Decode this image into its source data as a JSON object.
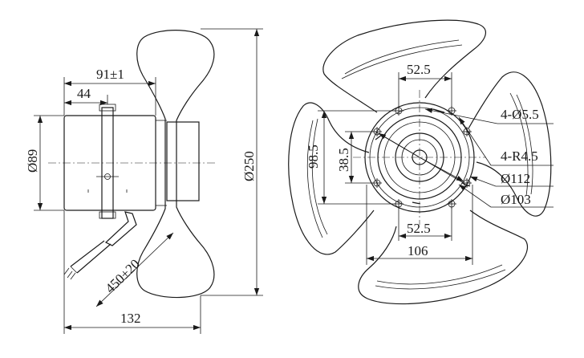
{
  "side_view": {
    "dims": {
      "d91": "91±1",
      "d44": "44",
      "d89": "Ø89",
      "d250": "Ø250",
      "d450": "450±20",
      "d132": "132"
    }
  },
  "front_view": {
    "dims": {
      "d52_top": "52.5",
      "d52_bottom": "52.5",
      "d106": "106",
      "d98": "98.5",
      "d38": "38.5",
      "holes": "4-Ø5.5",
      "slots": "4-R4.5",
      "d112": "Ø112",
      "d103": "Ø103"
    }
  }
}
